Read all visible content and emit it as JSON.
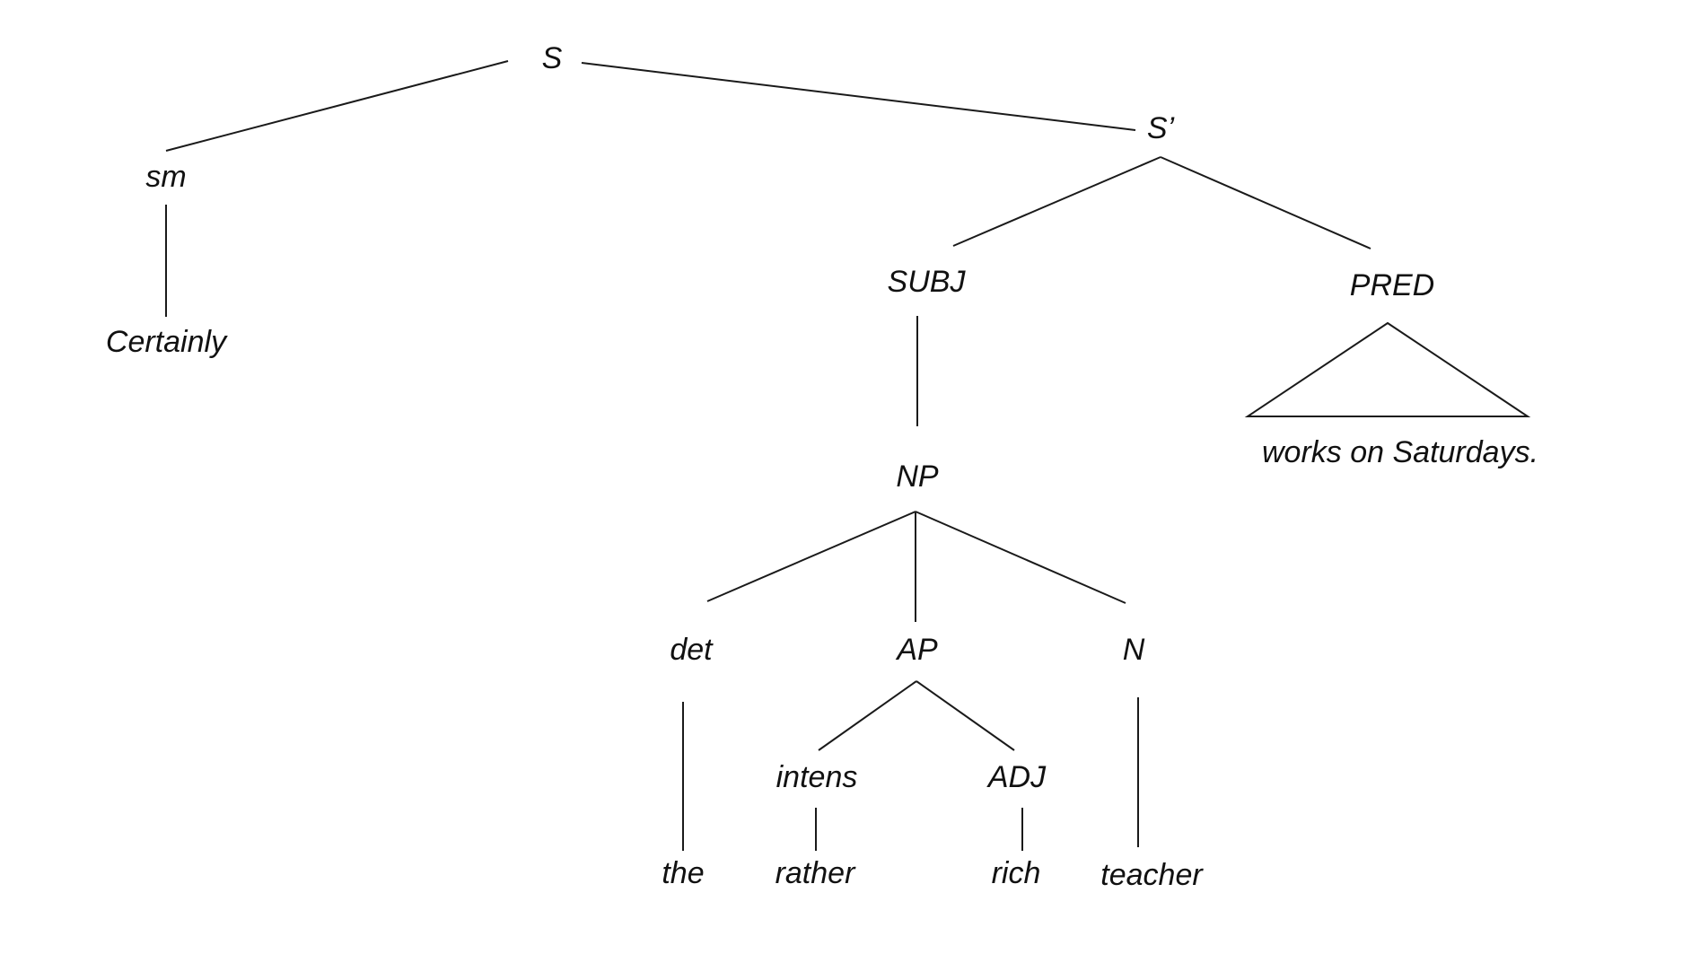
{
  "tree": {
    "nodes": [
      {
        "id": "S",
        "label": "S"
      },
      {
        "id": "sm",
        "label": "sm"
      },
      {
        "id": "certainly",
        "label": "Certainly"
      },
      {
        "id": "S-prime",
        "label": "S’"
      },
      {
        "id": "SUBJ",
        "label": "SUBJ"
      },
      {
        "id": "PRED",
        "label": "PRED"
      },
      {
        "id": "pred-leaf",
        "label": "works on Saturdays."
      },
      {
        "id": "NP",
        "label": "NP"
      },
      {
        "id": "det",
        "label": "det"
      },
      {
        "id": "AP",
        "label": "AP"
      },
      {
        "id": "N",
        "label": "N"
      },
      {
        "id": "intens",
        "label": "intens"
      },
      {
        "id": "ADJ",
        "label": "ADJ"
      },
      {
        "id": "the",
        "label": "the"
      },
      {
        "id": "rather",
        "label": "rather"
      },
      {
        "id": "rich",
        "label": "rich"
      },
      {
        "id": "teacher",
        "label": "teacher"
      }
    ],
    "edges": [
      {
        "from": "S",
        "to": "sm"
      },
      {
        "from": "S",
        "to": "S-prime"
      },
      {
        "from": "sm",
        "to": "certainly"
      },
      {
        "from": "S-prime",
        "to": "SUBJ"
      },
      {
        "from": "S-prime",
        "to": "PRED"
      },
      {
        "from": "SUBJ",
        "to": "NP"
      },
      {
        "from": "PRED",
        "to": "pred-leaf",
        "style": "triangle"
      },
      {
        "from": "NP",
        "to": "det"
      },
      {
        "from": "NP",
        "to": "AP"
      },
      {
        "from": "NP",
        "to": "N"
      },
      {
        "from": "det",
        "to": "the"
      },
      {
        "from": "AP",
        "to": "intens"
      },
      {
        "from": "AP",
        "to": "ADJ"
      },
      {
        "from": "intens",
        "to": "rather"
      },
      {
        "from": "ADJ",
        "to": "rich"
      },
      {
        "from": "N",
        "to": "teacher"
      }
    ]
  }
}
